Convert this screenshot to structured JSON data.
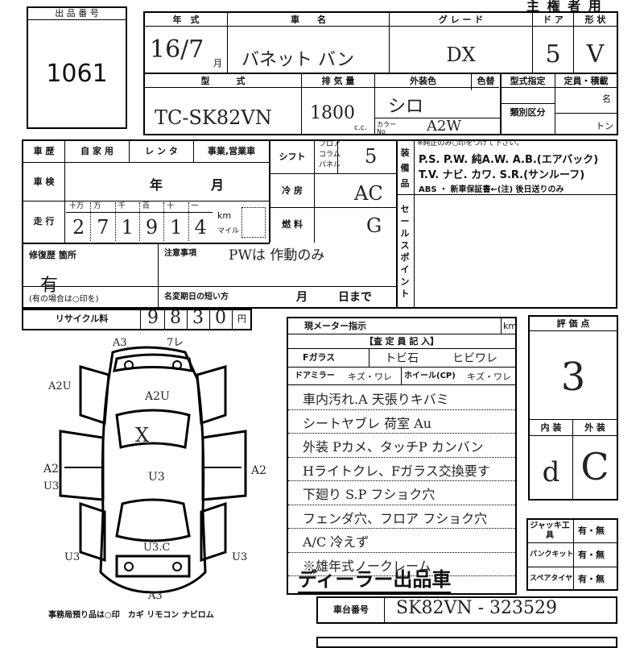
{
  "header": {
    "right_title": "主 権 者 用"
  },
  "lot": {
    "label": "出 品 番 号",
    "value": "1061"
  },
  "vehicle": {
    "labels": {
      "year": "年　式",
      "name": "車　　名",
      "grade": "グ レ ー ド",
      "door": "ド ア",
      "form": "形 状",
      "model": "型　　　式",
      "disp": "排 気 量",
      "color": "外装色",
      "recolor": "色替",
      "model_spec": "型式指定",
      "category": "類別区分",
      "capacity": "定員・積載",
      "person": "名",
      "ton": "トン",
      "cc": "c.c.",
      "color_no": "カラー No"
    },
    "year": "16/7",
    "year_unit": "月",
    "name": "バネット バン",
    "grade": "DX",
    "doors": "5",
    "form": "V",
    "model": "TC-SK82VN",
    "displacement": "1800",
    "color": "シロ",
    "color_code": "A2W"
  },
  "status": {
    "history_label": "車 歴",
    "history_opts": [
      "自 家 用",
      "レ ン タ",
      "事業,営業車"
    ],
    "inspection_label": "車 検",
    "year_label": "年",
    "month_label": "月",
    "mileage_label": "走 行",
    "digit_labels": [
      "十万",
      "万",
      "千",
      "百",
      "十",
      "一"
    ],
    "mileage_digits": [
      "2",
      "7",
      "1",
      "9",
      "1",
      "4"
    ],
    "km_label": "km",
    "mile_label": "マイル",
    "shift_label": "シフト",
    "shift_opts": [
      "フロア",
      "コラム",
      "パネル"
    ],
    "shift_value": "5",
    "ac_label": "冷 房",
    "ac_value": "AC",
    "fuel_label": "燃 料",
    "fuel_value": "G",
    "equip_label": "装備品",
    "equip_note": "※純正のみ○印をつけて下さい。",
    "equip_line1": "P.S.  P.W.  純A.W.  A.B.(エアバック)",
    "equip_line2": "T.V.  ナビ. カワ. S.R.(サンルーフ)",
    "equip_line3": "ABS ・ 新車保証書←(注) 後日送りのみ",
    "sales_point_label": "セールスポイント"
  },
  "repair": {
    "label": "修復歴 箇所",
    "value": "有",
    "note": "(有の場合は○印を)",
    "caution_label": "注意事項",
    "caution_value": "PWは 作動のみ",
    "name_change_label": "名変期日の短い方",
    "month_label": "月",
    "day_label": "日まで"
  },
  "recycle": {
    "label": "リサイクル料",
    "digits": [
      "9",
      "8",
      "3",
      "0"
    ],
    "unit": "円"
  },
  "diagram": {
    "marks": [
      "A3",
      "7レ",
      "A2U",
      "A2U",
      "X",
      "A2",
      "U3",
      "U3",
      "A2",
      "U3",
      "U3.C",
      "U3",
      "A3"
    ],
    "footer": "事務局預り品は○印　カギ リモコン ナビロム"
  },
  "inspection": {
    "meter_label": "現メーター指示",
    "km": "km",
    "header": "【査 定 員 記 入】",
    "glass_label": "Fガラス",
    "glass_value": "トビ石",
    "glass_value2": "ヒビワレ",
    "mirror_label": "ドアミラー",
    "mirror_value": "キズ・ワレ",
    "wheel_label": "ホイール(CP)",
    "wheel_value": "キズ・ワレ",
    "notes": [
      "車内汚れ.A  天張りキバミ",
      "シートヤブレ  荷室 Au",
      "外装 Pカメ、タッチP  カンバン",
      "Hライトクレ、Fガラス交換要す",
      "下廻り S.P フショク穴",
      "フェンダ穴、フロア フショク穴",
      "A/C 冷えず",
      "※雄年式ノークレーム"
    ],
    "dealer": "ディーラー出品車"
  },
  "rating": {
    "label": "評 価 点",
    "score": "3",
    "int_label": "内 装",
    "ext_label": "外 装",
    "interior": "d",
    "exterior": "C"
  },
  "tools": {
    "jack_label": "ジャッキ工具",
    "puncture_label": "パンクキット",
    "spare_label": "スペアタイヤ",
    "opt": "有・無"
  },
  "chassis": {
    "label": "車台番号",
    "value": "SK82VN - 323529"
  }
}
